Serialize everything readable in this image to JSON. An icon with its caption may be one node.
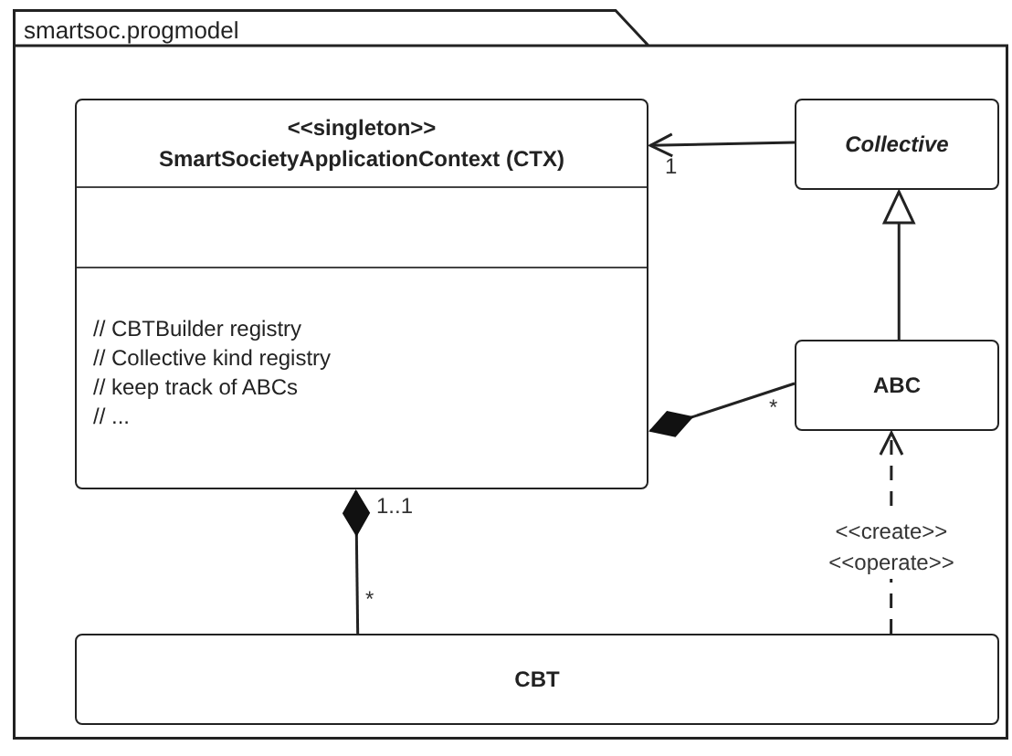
{
  "diagram": {
    "nodes": [
      {
        "text": [
          "smartsoc.progmodel"
        ]
      },
      {
        "text": [
          "<<singleton>>",
          "SmartSocietyApplicationContext (CTX)",
          "// CBTBuilder registry",
          "// Collective kind registry",
          "// keep track of ABCs",
          "// ..."
        ],
        "in": 0
      },
      {
        "text": [
          "Collective"
        ],
        "in": 0
      },
      {
        "text": [
          "ABC"
        ],
        "in": 0
      },
      {
        "text": [
          "CBT"
        ],
        "in": 0
      }
    ],
    "edges": [
      {
        "from": 2,
        "to": 1,
        "arrow": "to"
      },
      {
        "from": 3,
        "to": 2,
        "arrow": "to"
      },
      {
        "from": 1,
        "to": 3,
        "arrow": "other"
      },
      {
        "from": 1,
        "to": 4,
        "arrow": "other"
      },
      {
        "from": 4,
        "to": 3,
        "arrow": "to",
        "style": "dashed",
        "label": "<<create>> <<operate>>"
      }
    ],
    "labels": [
      "1",
      "*",
      "1..1",
      "*"
    ]
  }
}
